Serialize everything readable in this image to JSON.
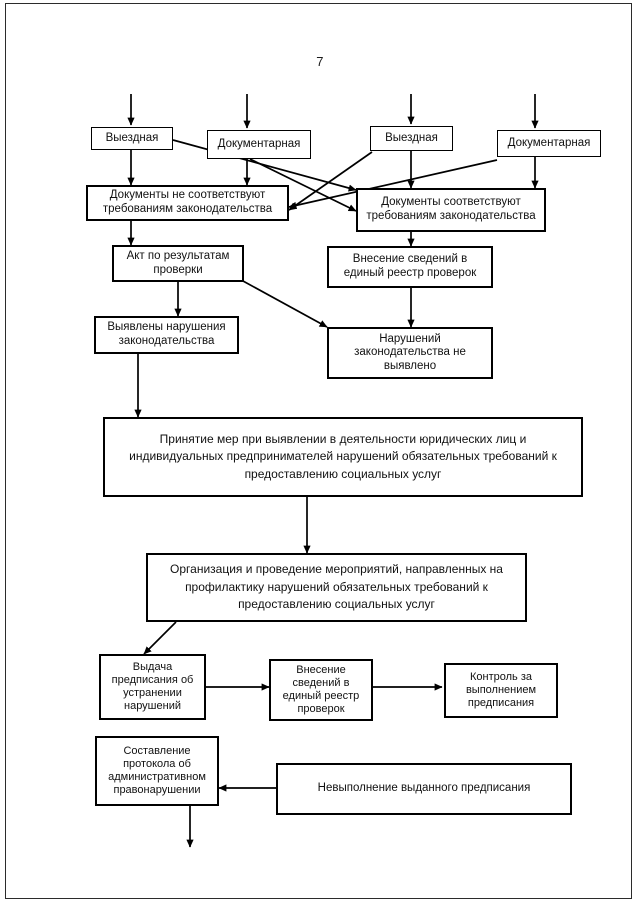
{
  "document": {
    "page_number": "7",
    "type": "flowchart-diagram",
    "language": "ru"
  },
  "chart_data": {
    "type": "diagram",
    "title": "",
    "nodes": [
      {
        "id": "n1",
        "label": "Выездная"
      },
      {
        "id": "n2",
        "label": "Документарная"
      },
      {
        "id": "n3",
        "label": "Выездная"
      },
      {
        "id": "n4",
        "label": "Документарная"
      },
      {
        "id": "n5",
        "label": "Документы не соответствуют требованиям законодательства"
      },
      {
        "id": "n6",
        "label": "Документы соответствуют требованиям законодательства"
      },
      {
        "id": "n7",
        "label": "Акт по результатам проверки"
      },
      {
        "id": "n8",
        "label": "Внесение сведений в единый реестр проверок"
      },
      {
        "id": "n9",
        "label": "Выявлены нарушения законодательства"
      },
      {
        "id": "n10",
        "label": "Нарушений законодательства не выявлено"
      },
      {
        "id": "n11",
        "label": "Принятие мер при выявлении в деятельности юридических лиц и индивидуальных предпринимателей нарушений обязательных требований к предоставлению социальных услуг"
      },
      {
        "id": "n12",
        "label": "Организация и проведение мероприятий, направленных на профилактику нарушений обязательных требований к предоставлению социальных услуг"
      },
      {
        "id": "n13",
        "label": "Выдача предписания об устранении нарушений"
      },
      {
        "id": "n14",
        "label": "Внесение сведений в единый реестр проверок"
      },
      {
        "id": "n15",
        "label": "Контроль за выполнением предписания"
      },
      {
        "id": "n16",
        "label": "Составление протокола об административном правонарушении"
      },
      {
        "id": "n17",
        "label": "Невыполнение выданного предписания"
      }
    ],
    "edges": [
      {
        "from": "entry-1",
        "to": "n1"
      },
      {
        "from": "entry-2",
        "to": "n2"
      },
      {
        "from": "entry-3",
        "to": "n3"
      },
      {
        "from": "entry-4",
        "to": "n4"
      },
      {
        "from": "n1",
        "to": "n5"
      },
      {
        "from": "n1",
        "to": "n6"
      },
      {
        "from": "n2",
        "to": "n5"
      },
      {
        "from": "n2",
        "to": "n6"
      },
      {
        "from": "n3",
        "to": "n5"
      },
      {
        "from": "n3",
        "to": "n6"
      },
      {
        "from": "n4",
        "to": "n5"
      },
      {
        "from": "n4",
        "to": "n6"
      },
      {
        "from": "n5",
        "to": "n7"
      },
      {
        "from": "n6",
        "to": "n8"
      },
      {
        "from": "n7",
        "to": "n9"
      },
      {
        "from": "n7",
        "to": "n10"
      },
      {
        "from": "n8",
        "to": "n10"
      },
      {
        "from": "n9",
        "to": "n11"
      },
      {
        "from": "n11",
        "to": "n12"
      },
      {
        "from": "n12",
        "to": "n13"
      },
      {
        "from": "n13",
        "to": "n14"
      },
      {
        "from": "n14",
        "to": "n15"
      },
      {
        "from": "n17",
        "to": "n16"
      },
      {
        "from": "n16",
        "to": "exit-1"
      }
    ],
    "colors": {
      "stroke": "#000000",
      "fill": "#ffffff",
      "text": "#111111",
      "frame": "#2b2b2b"
    }
  }
}
